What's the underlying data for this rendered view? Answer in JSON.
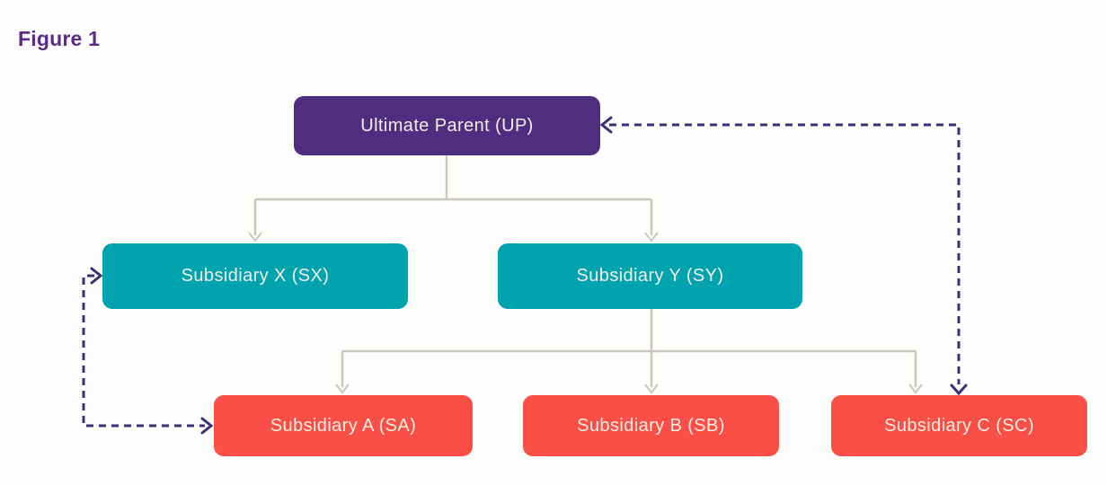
{
  "figure_label": "Figure 1",
  "colors": {
    "figure_label_text": "#5b2b87",
    "parent_box": "#4f2d7f",
    "level1_subsidiary_box": "#00a3ae",
    "level2_subsidiary_box": "#f94f46",
    "box_text": "#f3eee3",
    "ownership_line": "#cdc6bf",
    "dashed_link_line": "#402d78",
    "background": "#fdfdfc"
  },
  "nodes": {
    "up": {
      "label": "Ultimate Parent (UP)",
      "level": "ultimate-parent"
    },
    "sx": {
      "label": "Subsidiary X (SX)",
      "level": "first-tier"
    },
    "sy": {
      "label": "Subsidiary Y (SY)",
      "level": "first-tier"
    },
    "sa": {
      "label": "Subsidiary A (SA)",
      "level": "second-tier"
    },
    "sb": {
      "label": "Subsidiary B (SB)",
      "level": "second-tier"
    },
    "sc": {
      "label": "Subsidiary C (SC)",
      "level": "second-tier"
    }
  },
  "edges": {
    "ownership": [
      {
        "from": "up",
        "to": "sx",
        "style": "solid-arrow-down"
      },
      {
        "from": "up",
        "to": "sy",
        "style": "solid-arrow-down"
      },
      {
        "from": "sy",
        "to": "sa",
        "style": "solid-arrow-down"
      },
      {
        "from": "sy",
        "to": "sb",
        "style": "solid-arrow-down"
      },
      {
        "from": "sy",
        "to": "sc",
        "style": "solid-arrow-down"
      }
    ],
    "dashed_links": [
      {
        "between": [
          "sx",
          "sa"
        ],
        "style": "dashed-double-headed"
      },
      {
        "between": [
          "up",
          "sc"
        ],
        "style": "dashed-double-headed"
      }
    ]
  }
}
